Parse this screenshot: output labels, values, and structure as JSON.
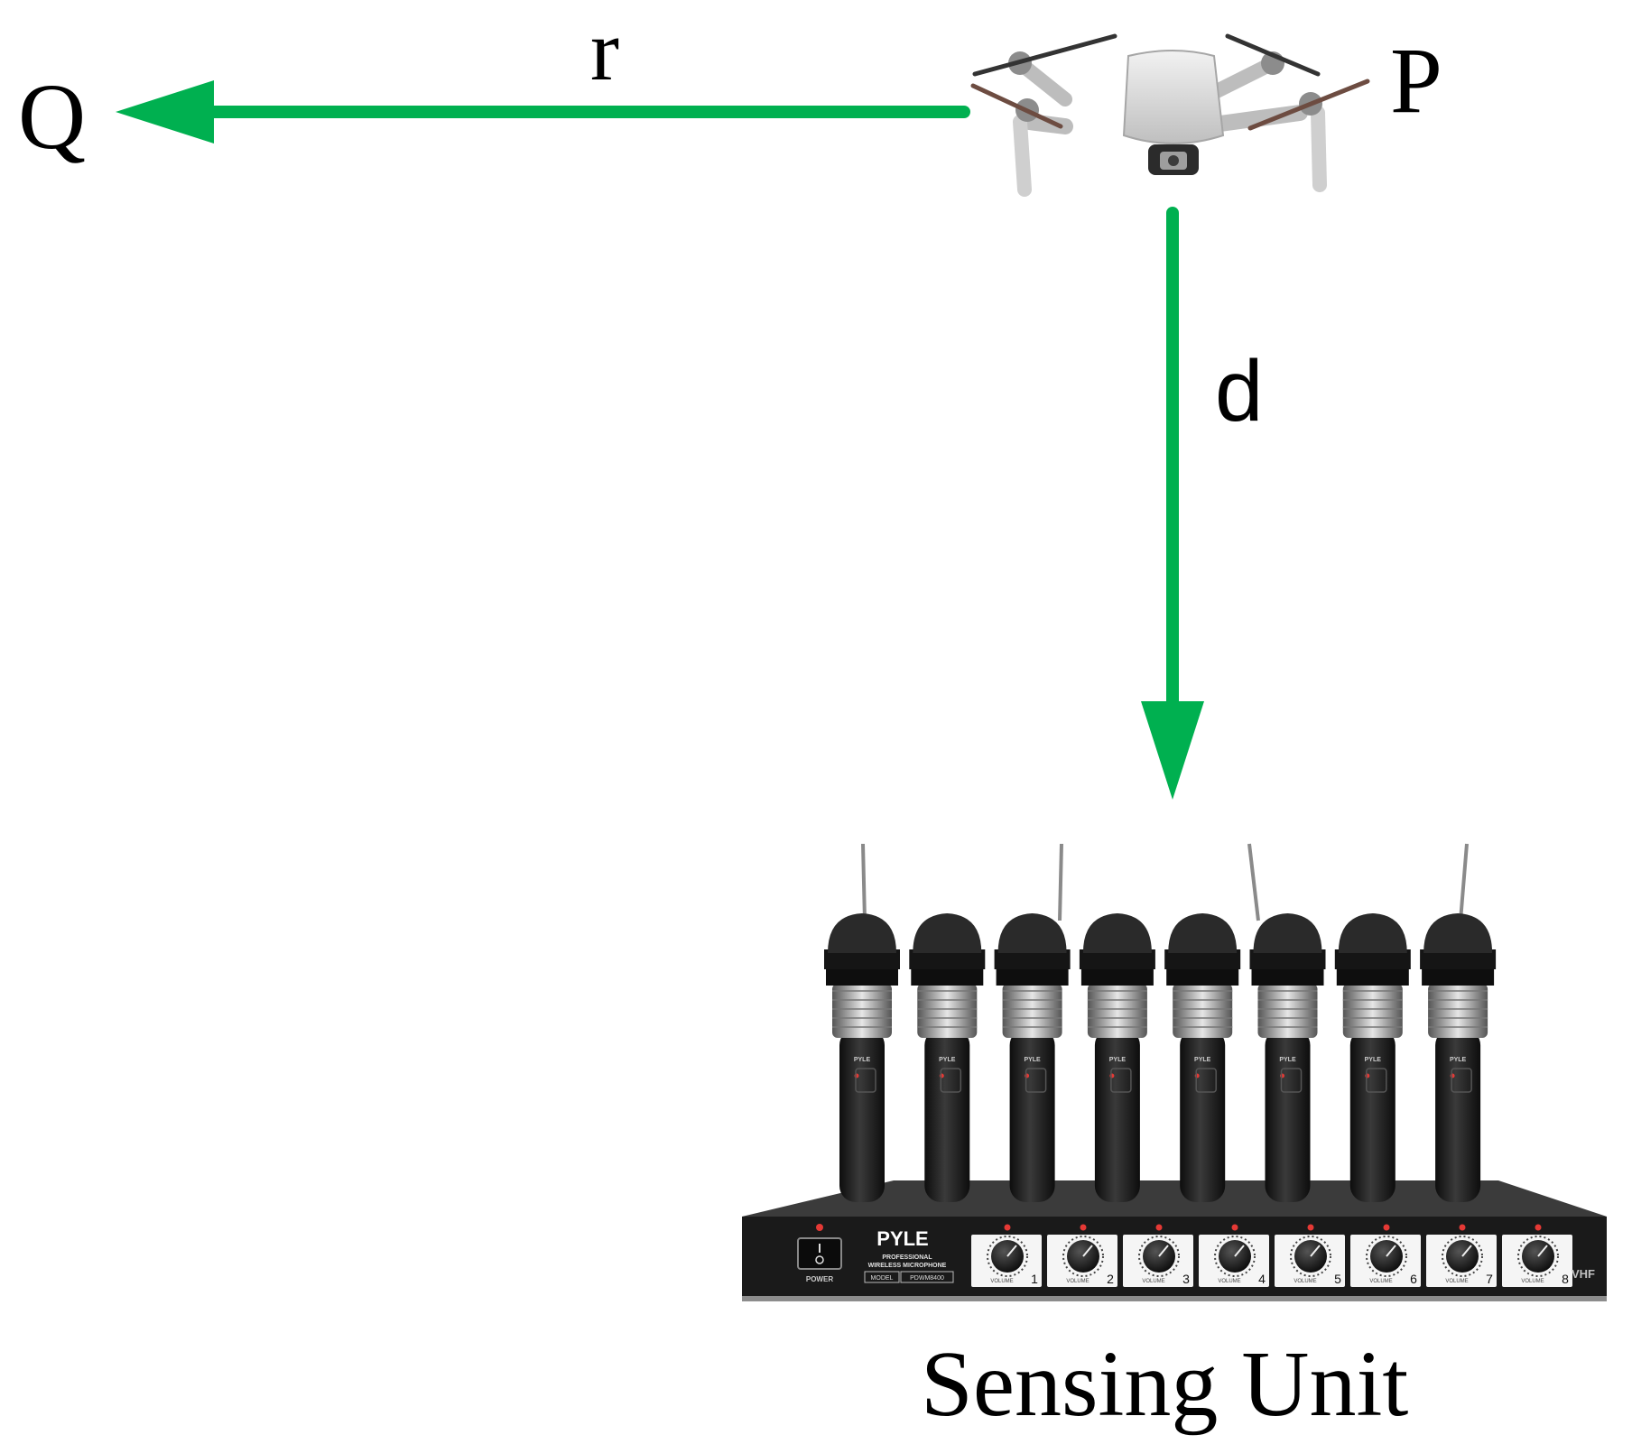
{
  "labels": {
    "point_q": "Q",
    "point_p": "P",
    "distance_r": "r",
    "distance_d": "d",
    "sensing_unit": "Sensing Unit"
  },
  "colors": {
    "arrow": "#00b050",
    "background": "#ffffff",
    "device_body": "#1a1a1a",
    "drone_body": "#d9d9d9"
  },
  "icons": {
    "drone": "drone-icon",
    "receiver": "wireless-receiver-icon",
    "microphone": "microphone-icon"
  },
  "receiver": {
    "brand": "PYLE",
    "subtitle_line1": "PROFESSIONAL",
    "subtitle_line2": "WIRELESS MICROPHONE",
    "model_label": "MODEL",
    "model_number": "PDWM8400",
    "power_label": "POWER",
    "band_label": "VHF",
    "channel_label": "VOLUME",
    "channels": [
      "1",
      "2",
      "3",
      "4",
      "5",
      "6",
      "7",
      "8"
    ],
    "mic_brand": "PYLE"
  }
}
